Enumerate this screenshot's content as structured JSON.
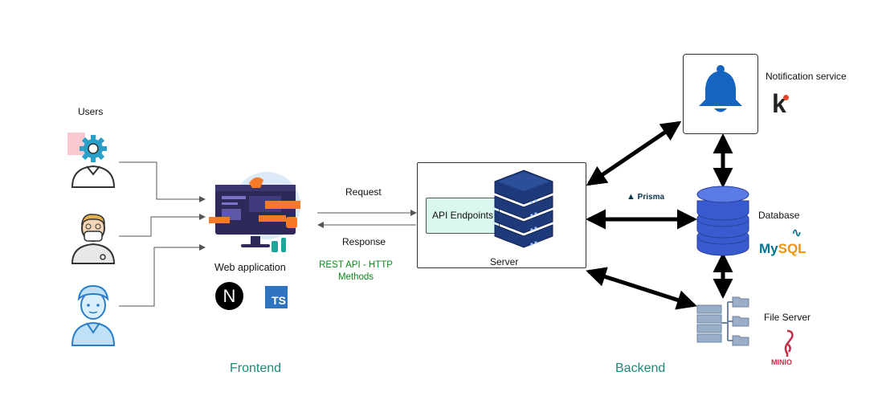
{
  "labels": {
    "users": "Users",
    "web_app": "Web application",
    "request": "Request",
    "response": "Response",
    "rest_api": "REST API - HTTP\nMethods",
    "api_endpoints": "API Endpoints",
    "server": "Server",
    "notification": "Notification service",
    "database": "Database",
    "file_server": "File Server",
    "frontend": "Frontend",
    "backend": "Backend",
    "prisma": "Prisma",
    "mysql": "MySQL",
    "minio": "MINIO",
    "next_logo": "N",
    "ts_logo": "TS",
    "knock_logo": "k"
  },
  "colors": {
    "section": "#1a8a7a",
    "green_text": "#0a8a1a",
    "server_blue": "#1f3a7a",
    "db_blue": "#3a5bd0",
    "bell_blue": "#1565c0",
    "api_fill": "#d9f7ef"
  },
  "icons": [
    "admin-user-icon",
    "doctor-user-icon",
    "nurse-user-icon",
    "web-app-illustration-icon",
    "nextjs-logo-icon",
    "typescript-logo-icon",
    "server-stack-icon",
    "bell-icon",
    "knock-logo-icon",
    "prisma-logo-icon",
    "database-icon",
    "mysql-logo-icon",
    "file-server-icon",
    "minio-logo-icon"
  ]
}
